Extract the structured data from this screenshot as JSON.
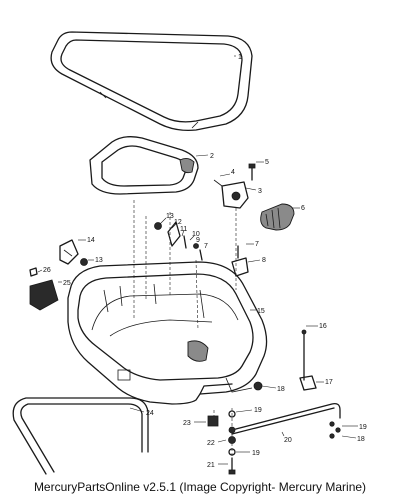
{
  "callouts": {
    "c1": "1",
    "c2": "2",
    "c3": "3",
    "c4": "4",
    "c5": "5",
    "c6": "6",
    "c7": "7",
    "c8": "8",
    "c9": "9",
    "c10": "10",
    "c11": "11",
    "c12": "12",
    "c13a": "13",
    "c13b": "13",
    "c14": "14",
    "c15": "15",
    "c16": "16",
    "c17": "17",
    "c18a": "18",
    "c18b": "18",
    "c19a": "19",
    "c19b": "19",
    "c19c": "19",
    "c20": "20",
    "c21": "21",
    "c22": "22",
    "c23": "23",
    "c24": "24",
    "c25": "25",
    "c26": "26",
    "c7b": "7"
  },
  "footer": {
    "caption": "MercuryPartsOnline v2.5.1 (Image Copyright- Mercury Marine)"
  }
}
